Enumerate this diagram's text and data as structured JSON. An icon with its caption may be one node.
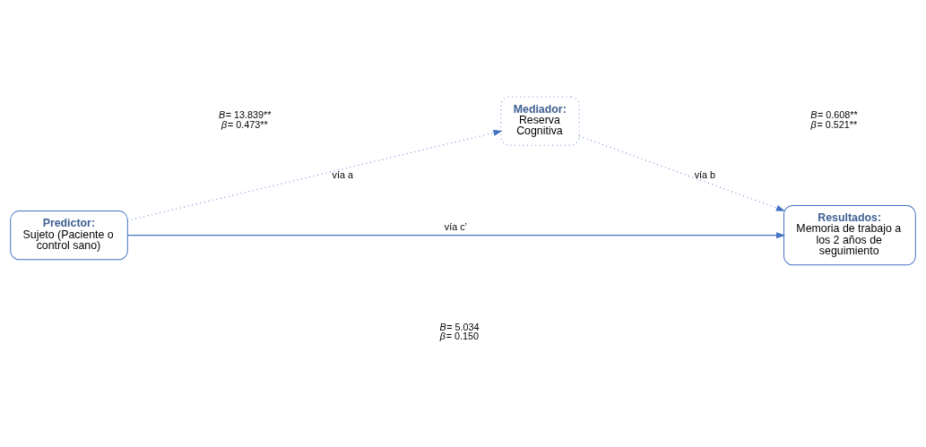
{
  "diagram": {
    "nodes": [
      {
        "text": [
          "Mediador:",
          "Reserva Cognitiva"
        ]
      },
      {
        "text": [
          "Predictor:",
          "Sujeto (Paciente o control sano)"
        ]
      },
      {
        "text": [
          "Resultados:",
          "Memoria de trabajo a los 2 años de seguimiento"
        ]
      }
    ],
    "edges": [
      {
        "from": 1,
        "to": 0,
        "arrow": "to",
        "label": "vía a",
        "style": "dashed"
      },
      {
        "from": 0,
        "to": 2,
        "arrow": "to",
        "label": "vía b",
        "style": "dashed"
      },
      {
        "from": 1,
        "to": 2,
        "arrow": "to",
        "label": "vía c’"
      }
    ],
    "labels": [
      "B= 13.839**",
      "β= 0.473**",
      "B= 0.608**",
      "β= 0.521**",
      "B= 5.034",
      "β= 0.150"
    ]
  }
}
